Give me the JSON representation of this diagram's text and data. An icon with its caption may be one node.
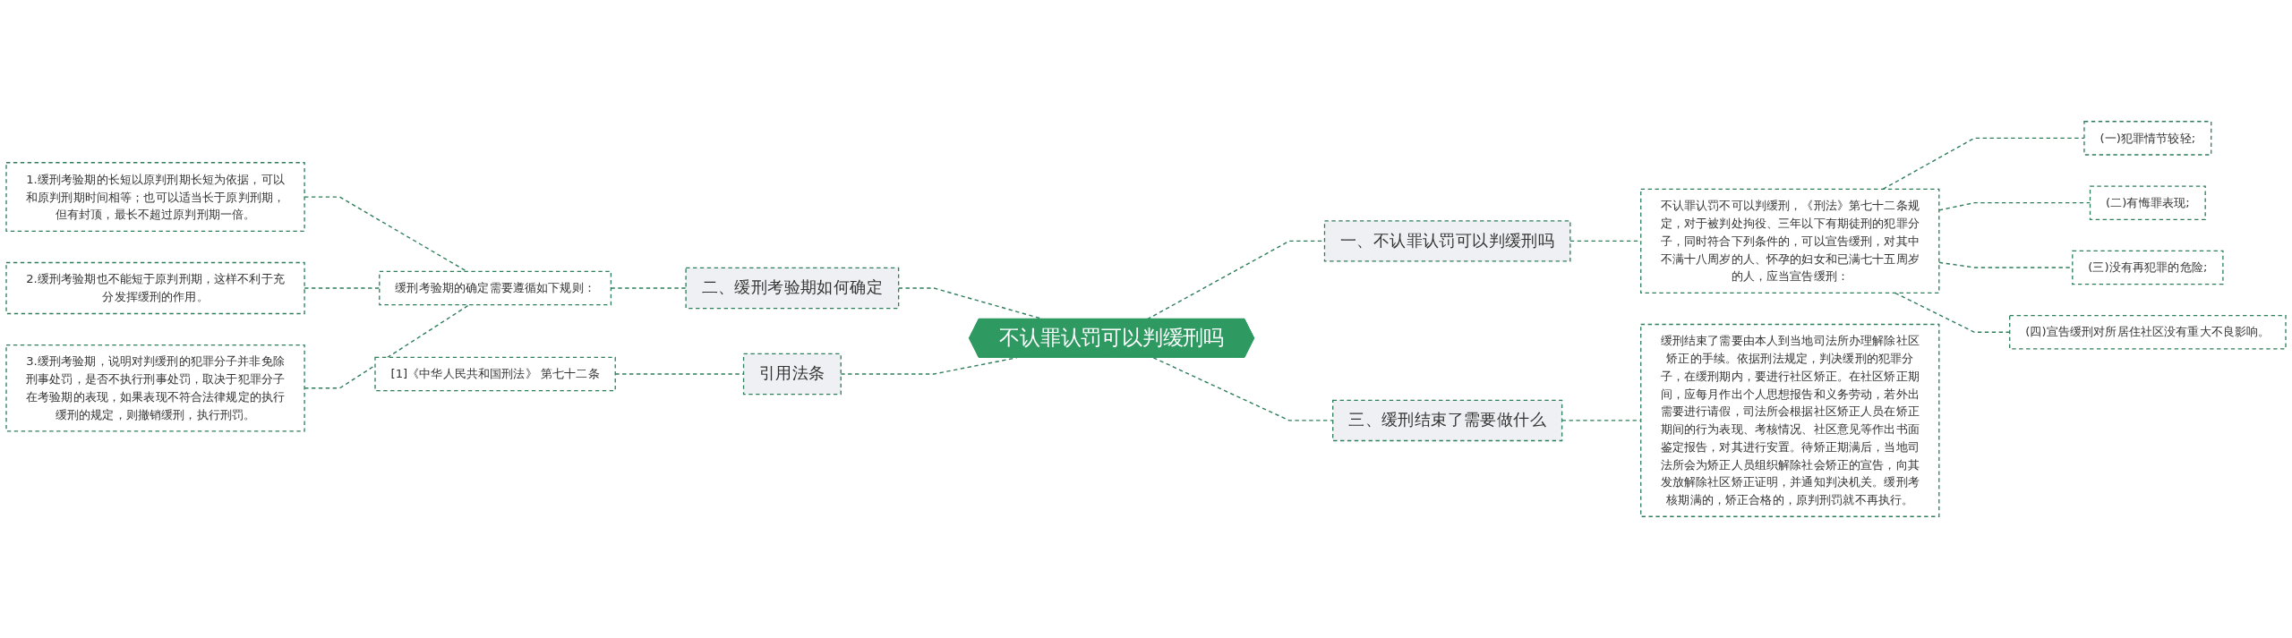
{
  "diagram": {
    "nodes": [
      {
        "text": [
          "不认罪认罚可以判缓刑吗"
        ]
      },
      {
        "text": [
          "一、不认罪认罚可以判缓刑吗"
        ]
      },
      {
        "text": [
          "不认罪认罚不可以判缓刑，《刑法》第七十二条规定，对于被判处拘役、三年以下有期徒刑的犯罪分子，同时符合下列条件的，可以宣告缓刑，对其中不满十八周岁的人、怀孕的妇女和已满七十五周岁的人，应当宣告缓刑："
        ]
      },
      {
        "text": [
          "(一)犯罪情节较轻;"
        ]
      },
      {
        "text": [
          "(二)有悔罪表现;"
        ]
      },
      {
        "text": [
          "(三)没有再犯罪的危险;"
        ]
      },
      {
        "text": [
          "(四)宣告缓刑对所居住社区没有重大不良影响。"
        ]
      },
      {
        "text": [
          "三、缓刑结束了需要做什么"
        ]
      },
      {
        "text": [
          "缓刑结束了需要由本人到当地司法所办理解除社区矫正的手续。依据刑法规定，判决缓刑的犯罪分子，在缓刑期内，要进行社区矫正。在社区矫正期间，应每月作出个人思想报告和义务劳动，若外出需要进行请假，司法所会根据社区矫正人员在矫正期间的行为表现、考核情况、社区意见等作出书面鉴定报告，对其进行安置。待矫正期满后，当地司法所会为矫正人员组织解除社会矫正的宣告，向其发放解除社区矫正证明，并通知判决机关。缓刑考核期满的，矫正合格的，原判刑罚就不再执行。"
        ]
      },
      {
        "text": [
          "二、缓刑考验期如何确定"
        ]
      },
      {
        "text": [
          "缓刑考验期的确定需要遵循如下规则："
        ]
      },
      {
        "text": [
          "1.缓刑考验期的长短以原判刑期长短为依据，可以和原判刑期时间相等；也可以适当长于原判刑期，但有封顶，最长不超过原判刑期一倍。"
        ]
      },
      {
        "text": [
          "2.缓刑考验期也不能短于原判刑期，这样不利于充分发挥缓刑的作用。"
        ]
      },
      {
        "text": [
          "3.缓刑考验期，说明对判缓刑的犯罪分子并非免除刑事处罚，是否不执行刑事处罚，取决于犯罪分子在考验期的表现，如果表现不符合法律规定的执行缓刑的规定，则撤销缓刑，执行刑罚。"
        ]
      },
      {
        "text": [
          "引用法条"
        ]
      },
      {
        "text": [
          "[1]《中华人民共和国刑法》 第七十二条"
        ]
      }
    ],
    "edges": [
      {
        "from": 0,
        "to": 1,
        "arrow": "none",
        "style": "dashed"
      },
      {
        "from": 1,
        "to": 2,
        "arrow": "none",
        "style": "dashed"
      },
      {
        "from": 2,
        "to": 3,
        "arrow": "none",
        "style": "dashed"
      },
      {
        "from": 2,
        "to": 4,
        "arrow": "none",
        "style": "dashed"
      },
      {
        "from": 2,
        "to": 5,
        "arrow": "none",
        "style": "dashed"
      },
      {
        "from": 2,
        "to": 6,
        "arrow": "none",
        "style": "dashed"
      },
      {
        "from": 0,
        "to": 7,
        "arrow": "none",
        "style": "dashed"
      },
      {
        "from": 7,
        "to": 8,
        "arrow": "none",
        "style": "dashed"
      },
      {
        "from": 9,
        "to": 0,
        "arrow": "none",
        "style": "dashed"
      },
      {
        "from": 10,
        "to": 9,
        "arrow": "none",
        "style": "dashed"
      },
      {
        "from": 11,
        "to": 10,
        "arrow": "none",
        "style": "dashed"
      },
      {
        "from": 12,
        "to": 10,
        "arrow": "none",
        "style": "dashed"
      },
      {
        "from": 13,
        "to": 10,
        "arrow": "none",
        "style": "dashed"
      },
      {
        "from": 14,
        "to": 0,
        "arrow": "none",
        "style": "dashed"
      },
      {
        "from": 15,
        "to": 14,
        "arrow": "none",
        "style": "dashed"
      }
    ]
  }
}
